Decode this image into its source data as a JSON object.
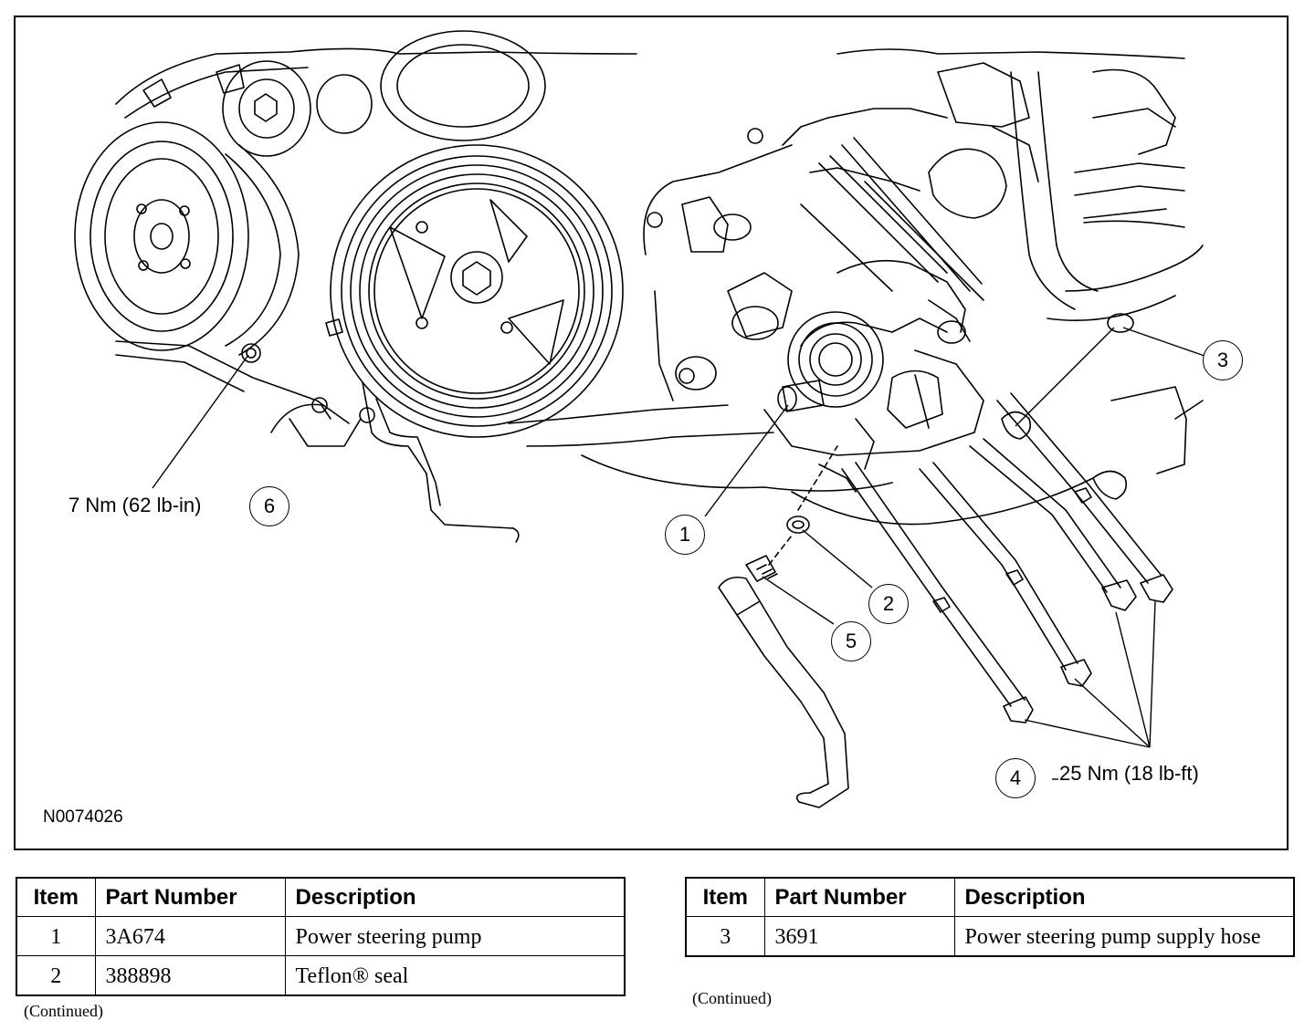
{
  "figure": {
    "figure_id": "N0074026",
    "callouts": {
      "c1": "1",
      "c2": "2",
      "c3": "3",
      "c4": "4",
      "c5": "5",
      "c6": "6"
    },
    "torque_left": "7 Nm (62 lb-in)",
    "torque_right": "25 Nm (18 lb-ft)"
  },
  "table_left": {
    "headers": [
      "Item",
      "Part Number",
      "Description"
    ],
    "rows": [
      {
        "item": "1",
        "part": "3A674",
        "desc": "Power steering pump"
      },
      {
        "item": "2",
        "part": "388898",
        "desc": "Teflon® seal"
      }
    ],
    "continued": "(Continued)"
  },
  "table_right": {
    "headers": [
      "Item",
      "Part Number",
      "Description"
    ],
    "rows": [
      {
        "item": "3",
        "part": "3691",
        "desc": "Power steering pump supply hose"
      }
    ],
    "continued": "(Continued)"
  }
}
